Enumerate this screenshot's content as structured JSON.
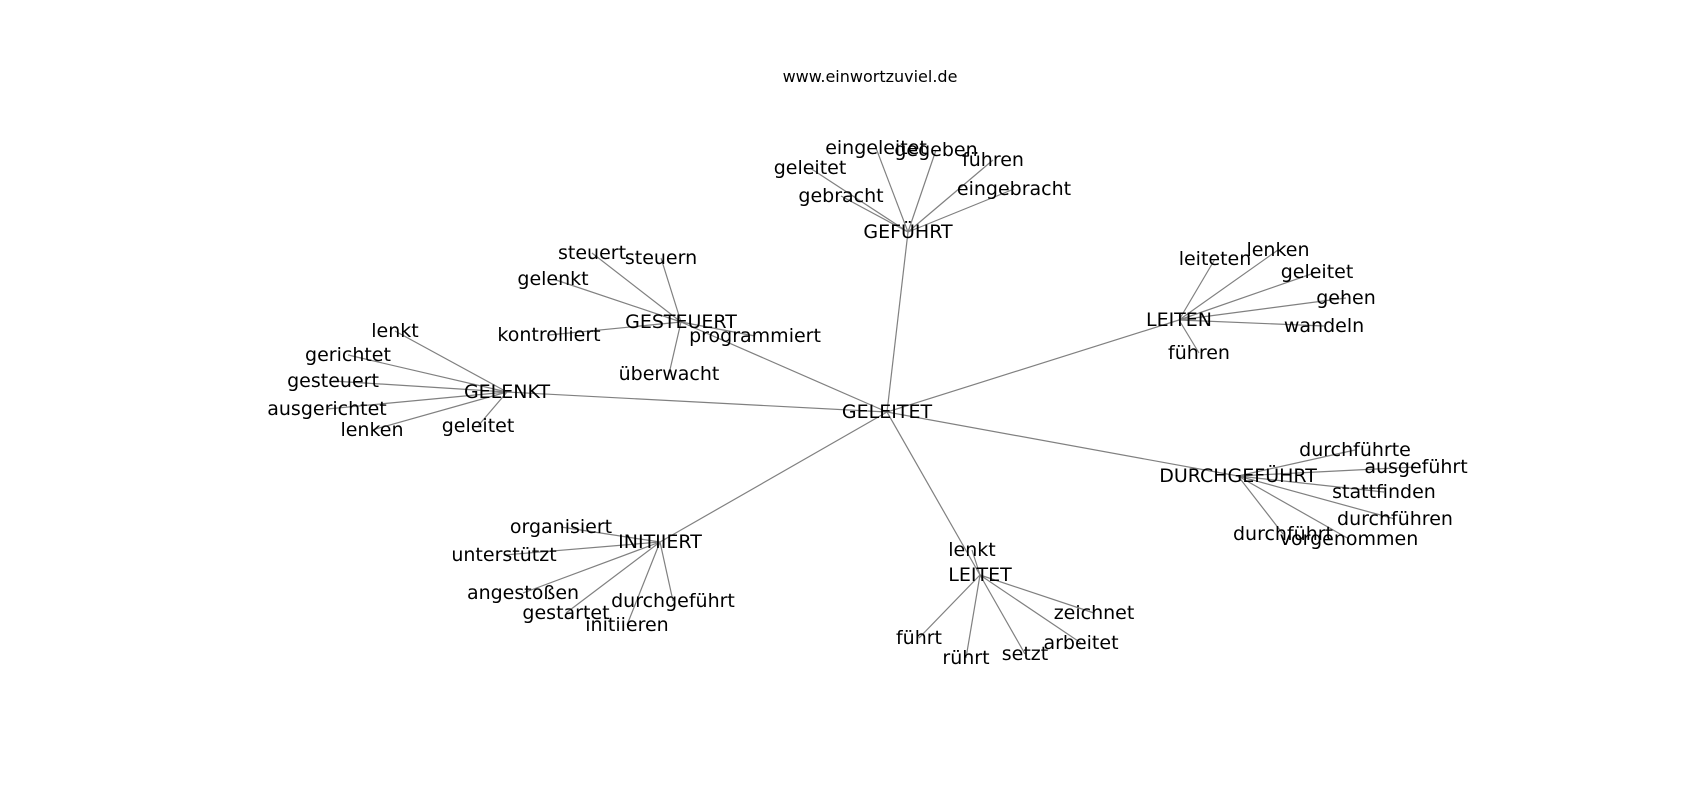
{
  "site": "www.einwortzuviel.de",
  "colors": {
    "edge": "#808080",
    "text": "#000000",
    "background": "#ffffff"
  },
  "center": "GELEITET",
  "nodes": {
    "center": "GELEITET",
    "GEFUEHRT": "GEFÜHRT",
    "GEFUEHRT_geleitet": "geleitet",
    "GEFUEHRT_eingeleitet": "eingeleitet",
    "GEFUEHRT_gegeben": "gegeben",
    "GEFUEHRT_fuehren": "führen",
    "GEFUEHRT_gebracht": "gebracht",
    "GEFUEHRT_eingebracht": "eingebracht",
    "GESTEUERT": "GESTEUERT",
    "GESTEUERT_steuert": "steuert",
    "GESTEUERT_steuern": "steuern",
    "GESTEUERT_gelenkt": "gelenkt",
    "GESTEUERT_kontrolliert": "kontrolliert",
    "GESTEUERT_programmiert": "programmiert",
    "GESTEUERT_ueberwacht": "überwacht",
    "GELENKT": "GELENKT",
    "GELENKT_lenkt": "lenkt",
    "GELENKT_gerichtet": "gerichtet",
    "GELENKT_gesteuert": "gesteuert",
    "GELENKT_ausgerichtet": "ausgerichtet",
    "GELENKT_lenken": "lenken",
    "GELENKT_geleitet": "geleitet",
    "LEITEN": "LEITEN",
    "LEITEN_leiteten": "leiteten",
    "LEITEN_lenken": "lenken",
    "LEITEN_geleitet": "geleitet",
    "LEITEN_gehen": "gehen",
    "LEITEN_wandeln": "wandeln",
    "LEITEN_fuehren": "führen",
    "DURCH": "DURCHGEFÜHRT",
    "DURCH_durchfuehrte": "durchführte",
    "DURCH_ausgefuehrt": "ausgeführt",
    "DURCH_stattfinden": "stattfinden",
    "DURCH_durchfuehren": "durchführen",
    "DURCH_vorgenommen": "vorgenommen",
    "DURCH_durchfuehrt": "durchführt",
    "INITIIERT": "INITIIERT",
    "INITIIERT_organisiert": "organisiert",
    "INITIIERT_unterstuetzt": "unterstützt",
    "INITIIERT_angestossen": "angestoßen",
    "INITIIERT_gestartet": "gestartet",
    "INITIIERT_initiieren": "initiieren",
    "INITIIERT_durchgefuehrt": "durchgeführt",
    "LEITET": "LEITET",
    "LEITET_lenkt": "lenkt",
    "LEITET_fuehrt": "führt",
    "LEITET_ruehrt": "rührt",
    "LEITET_setzt": "setzt",
    "LEITET_arbeitet": "arbeitet",
    "LEITET_zeichnet": "zeichnet"
  },
  "edges": [
    [
      "center",
      "GEFUEHRT"
    ],
    [
      "center",
      "GESTEUERT"
    ],
    [
      "center",
      "GELENKT"
    ],
    [
      "center",
      "LEITEN"
    ],
    [
      "center",
      "DURCH"
    ],
    [
      "center",
      "INITIIERT"
    ],
    [
      "center",
      "LEITET"
    ],
    [
      "GEFUEHRT",
      "GEFUEHRT_geleitet"
    ],
    [
      "GEFUEHRT",
      "GEFUEHRT_eingeleitet"
    ],
    [
      "GEFUEHRT",
      "GEFUEHRT_gegeben"
    ],
    [
      "GEFUEHRT",
      "GEFUEHRT_fuehren"
    ],
    [
      "GEFUEHRT",
      "GEFUEHRT_gebracht"
    ],
    [
      "GEFUEHRT",
      "GEFUEHRT_eingebracht"
    ],
    [
      "GESTEUERT",
      "GESTEUERT_steuert"
    ],
    [
      "GESTEUERT",
      "GESTEUERT_steuern"
    ],
    [
      "GESTEUERT",
      "GESTEUERT_gelenkt"
    ],
    [
      "GESTEUERT",
      "GESTEUERT_kontrolliert"
    ],
    [
      "GESTEUERT",
      "GESTEUERT_programmiert"
    ],
    [
      "GESTEUERT",
      "GESTEUERT_ueberwacht"
    ],
    [
      "GELENKT",
      "GELENKT_lenkt"
    ],
    [
      "GELENKT",
      "GELENKT_gerichtet"
    ],
    [
      "GELENKT",
      "GELENKT_gesteuert"
    ],
    [
      "GELENKT",
      "GELENKT_ausgerichtet"
    ],
    [
      "GELENKT",
      "GELENKT_lenken"
    ],
    [
      "GELENKT",
      "GELENKT_geleitet"
    ],
    [
      "LEITEN",
      "LEITEN_leiteten"
    ],
    [
      "LEITEN",
      "LEITEN_lenken"
    ],
    [
      "LEITEN",
      "LEITEN_geleitet"
    ],
    [
      "LEITEN",
      "LEITEN_gehen"
    ],
    [
      "LEITEN",
      "LEITEN_wandeln"
    ],
    [
      "LEITEN",
      "LEITEN_fuehren"
    ],
    [
      "DURCH",
      "DURCH_durchfuehrte"
    ],
    [
      "DURCH",
      "DURCH_ausgefuehrt"
    ],
    [
      "DURCH",
      "DURCH_stattfinden"
    ],
    [
      "DURCH",
      "DURCH_durchfuehren"
    ],
    [
      "DURCH",
      "DURCH_vorgenommen"
    ],
    [
      "DURCH",
      "DURCH_durchfuehrt"
    ],
    [
      "INITIIERT",
      "INITIIERT_organisiert"
    ],
    [
      "INITIIERT",
      "INITIIERT_unterstuetzt"
    ],
    [
      "INITIIERT",
      "INITIIERT_angestossen"
    ],
    [
      "INITIIERT",
      "INITIIERT_gestartet"
    ],
    [
      "INITIIERT",
      "INITIIERT_initiieren"
    ],
    [
      "INITIIERT",
      "INITIIERT_durchgefuehrt"
    ],
    [
      "LEITET",
      "LEITET_lenkt"
    ],
    [
      "LEITET",
      "LEITET_fuehrt"
    ],
    [
      "LEITET",
      "LEITET_ruehrt"
    ],
    [
      "LEITET",
      "LEITET_setzt"
    ],
    [
      "LEITET",
      "LEITET_arbeitet"
    ],
    [
      "LEITET",
      "LEITET_zeichnet"
    ]
  ]
}
